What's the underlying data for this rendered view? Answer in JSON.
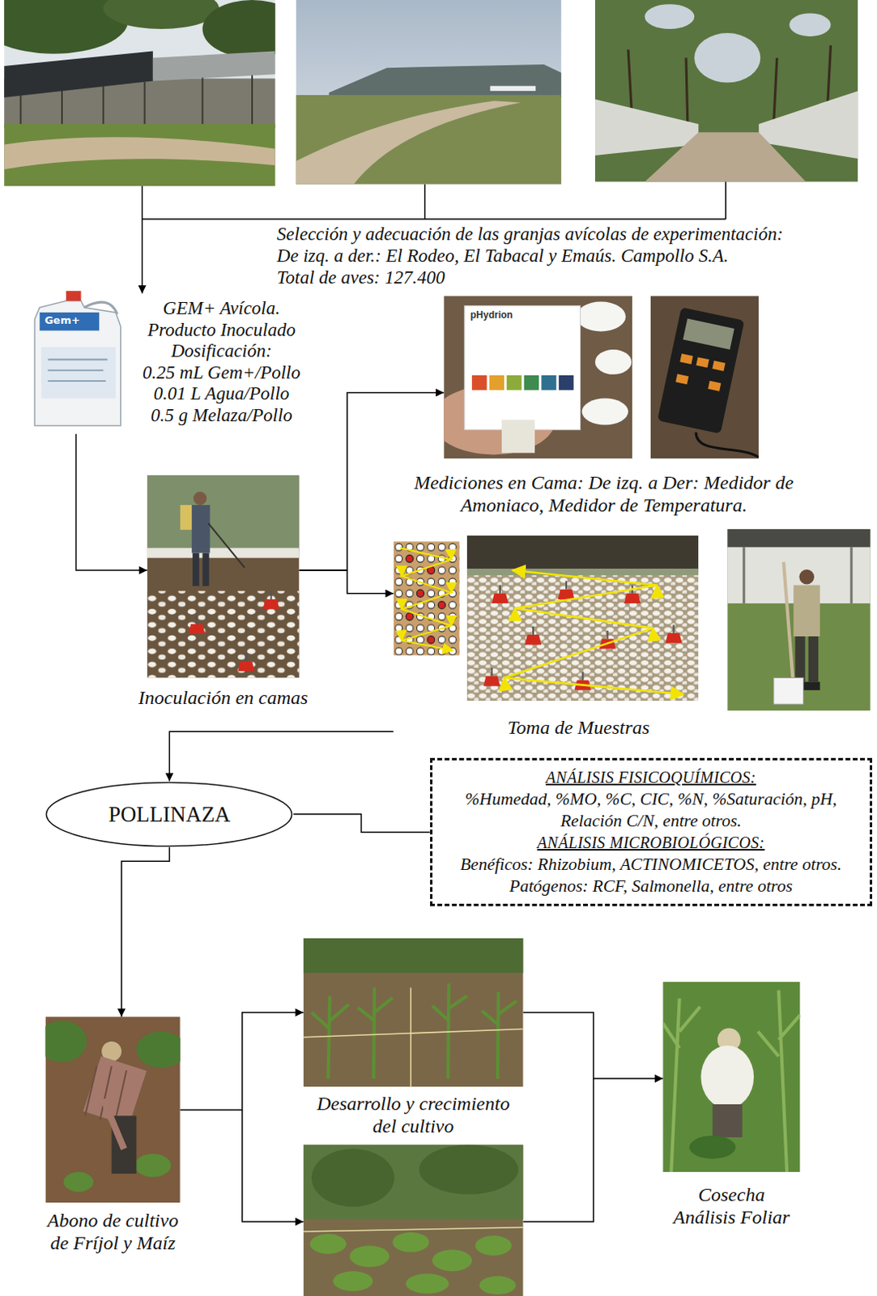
{
  "diagram": {
    "nodes": [
      {
        "text": [
          "Selección y adecuación de las granjas avícolas de experimentación:",
          "De izq. a der.: El Rodeo, El Tabacal y Emaús. Campollo S.A.",
          "Total de aves: 127.400"
        ]
      },
      {
        "text": [
          "GEM+ Avícola.",
          "Producto Inoculado",
          "Dosificación:",
          "0.25 mL Gem+/Pollo",
          "0.01 L Agua/Pollo",
          "0.5 g Melaza/Pollo"
        ]
      },
      {
        "text": [
          "Inoculación en camas"
        ]
      },
      {
        "text": [
          "Mediciones en Cama: De izq. a Der: Medidor de Amoniaco, Medidor de Temperatura."
        ]
      },
      {
        "text": [
          "Toma de Muestras"
        ]
      },
      {
        "text": [
          "POLLINAZA"
        ]
      },
      {
        "text": [
          "ANÁLISIS FISICOQUÍMICOS:",
          "%Humedad, %MO, %C, CIC, %N, %Saturación, pH, Relación C/N, entre otros.",
          "ANÁLISIS MICROBIOLÓGICOS:",
          "Benéficos: Rhizobium, ACTINOMICETOS, entre otros.",
          "Patógenos: RCF, Salmonella, entre otros"
        ]
      },
      {
        "text": [
          "Abono de cultivo de Fríjol y Maíz"
        ]
      },
      {
        "text": [
          "Desarrollo y crecimiento del cultivo"
        ]
      },
      {
        "text": [
          "Cosecha",
          "Análisis Foliar"
        ]
      }
    ],
    "edges": [
      {
        "from": 0,
        "to": 1,
        "arrow": "to"
      },
      {
        "from": 1,
        "to": 2,
        "arrow": "to"
      },
      {
        "from": 2,
        "to": 3,
        "arrow": "to"
      },
      {
        "from": 2,
        "to": 4,
        "arrow": "to"
      },
      {
        "from": 4,
        "to": 5,
        "arrow": "to"
      },
      {
        "from": 5,
        "to": 6,
        "arrow": "none"
      },
      {
        "from": 5,
        "to": 7,
        "arrow": "to"
      },
      {
        "from": 7,
        "to": 8,
        "arrow": "to"
      },
      {
        "from": 8,
        "to": 9,
        "arrow": "to"
      }
    ],
    "labels": [
      "Gem+",
      "pHydrion"
    ]
  }
}
